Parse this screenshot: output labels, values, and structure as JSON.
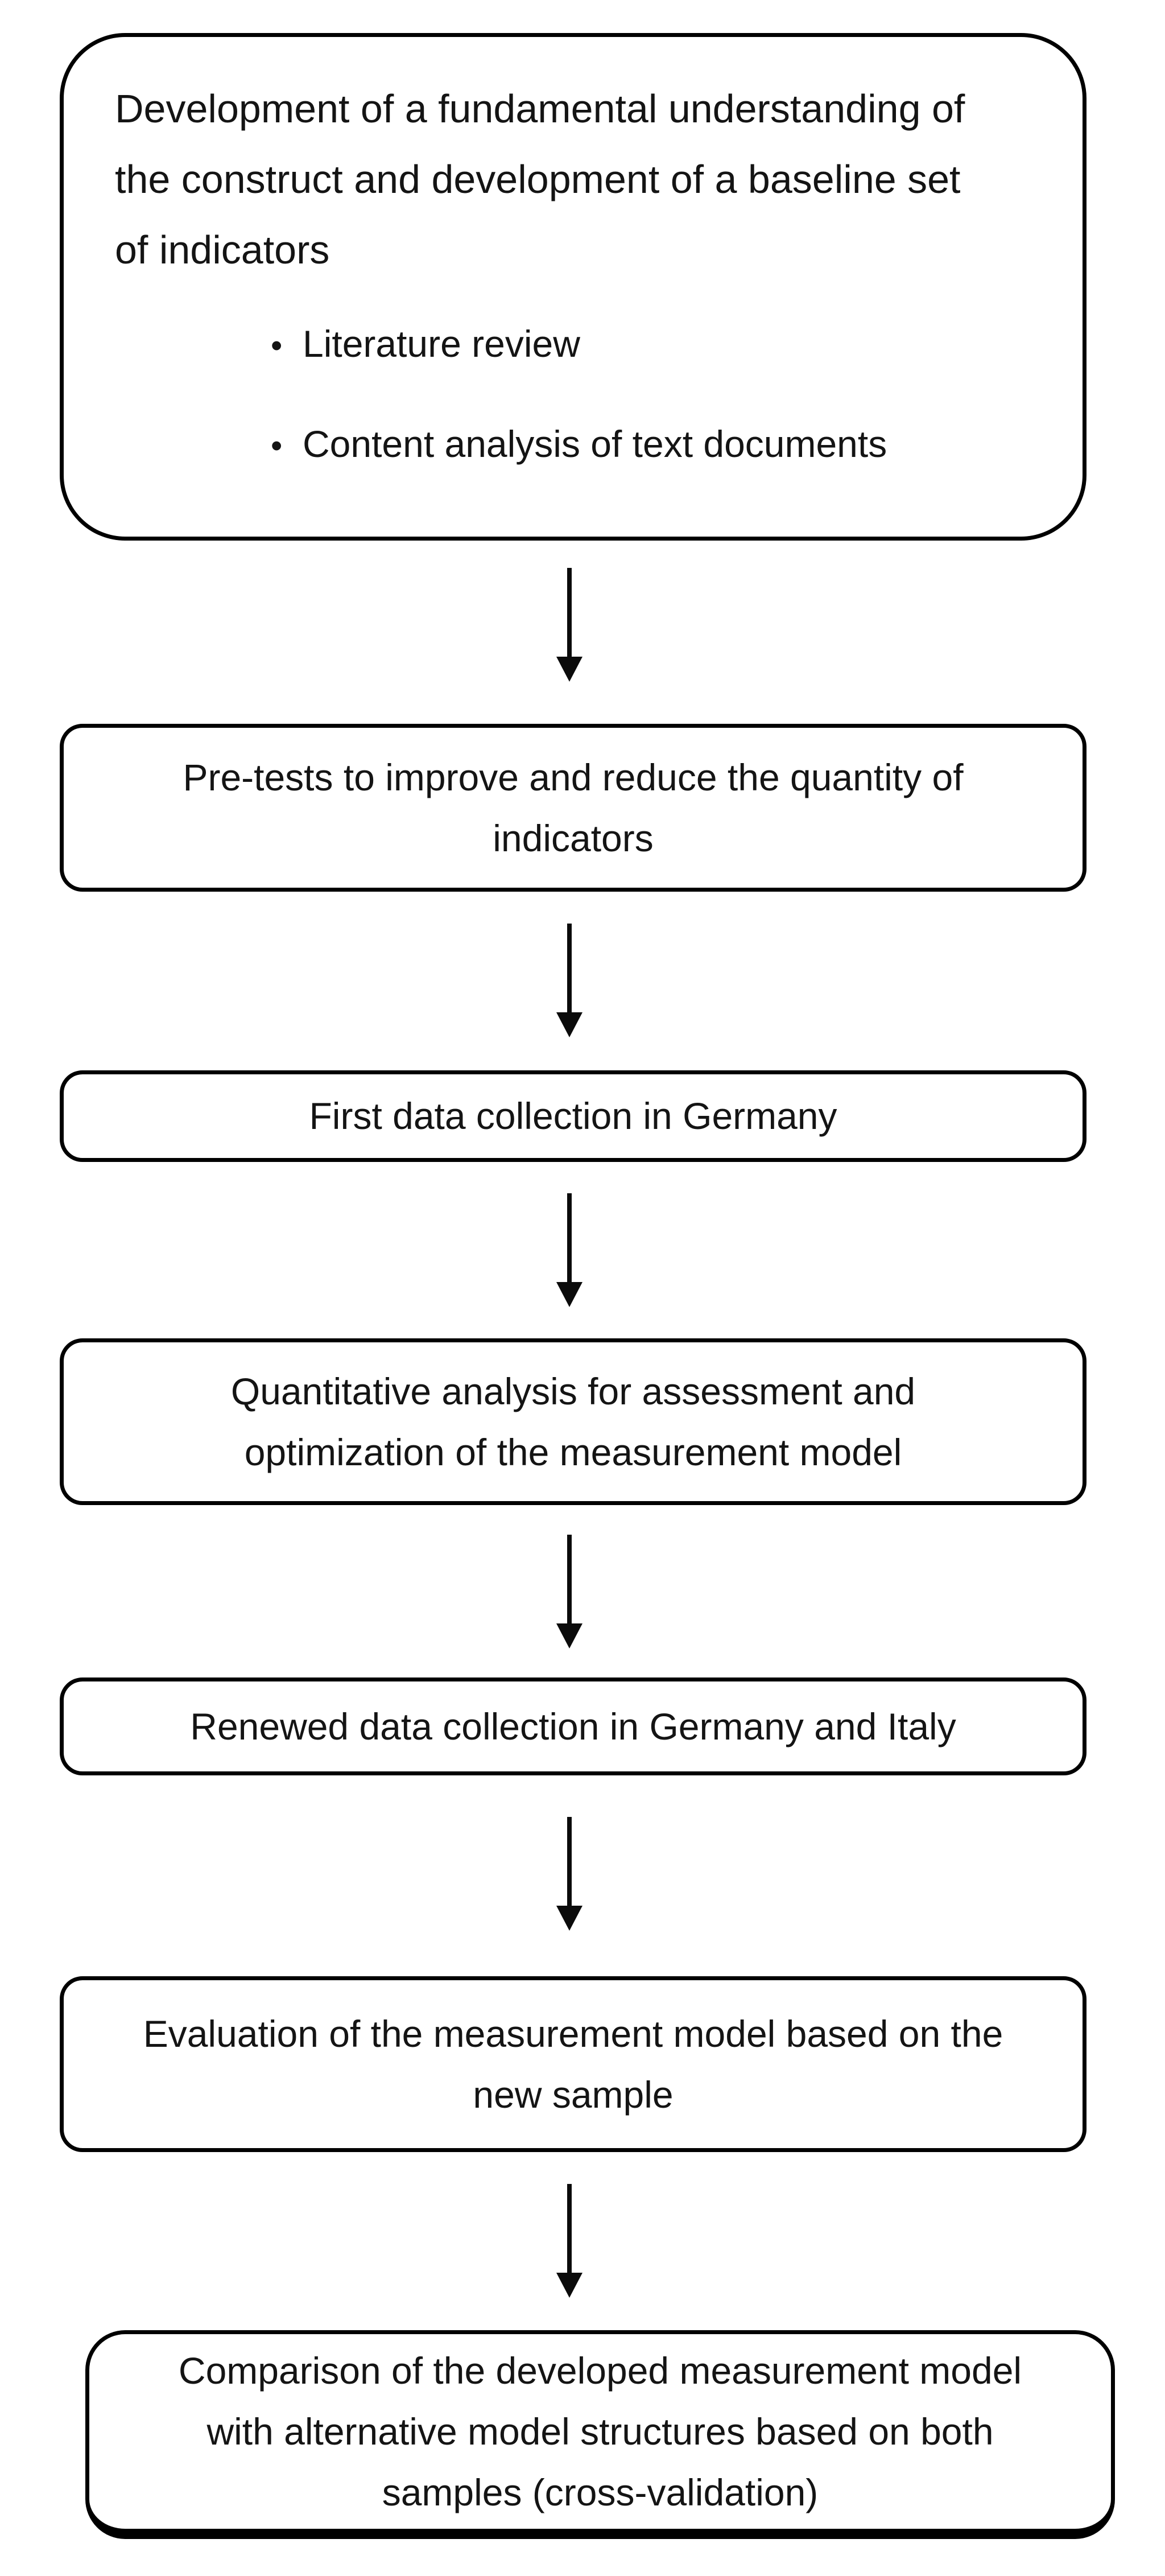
{
  "figure": {
    "type": "flowchart",
    "background_color": "#ffffff",
    "border_color": "#000000",
    "text_color": "#141414",
    "arrow_color": "#0b0b0b"
  },
  "flowchart": {
    "bullet_glyph": "•",
    "connector_count": 6,
    "steps": [
      {
        "id": "step-1",
        "lines": [
          "Development of a fundamental understanding of",
          "the construct and development of a baseline set",
          "of indicators"
        ],
        "bullets": [
          "Literature review",
          "Content analysis of text documents"
        ]
      },
      {
        "id": "step-2",
        "lines": [
          "Pre-tests to improve and reduce the quantity of",
          "indicators"
        ]
      },
      {
        "id": "step-3",
        "lines": [
          "First data collection in Germany"
        ]
      },
      {
        "id": "step-4",
        "lines": [
          "Quantitative analysis for assessment and",
          "optimization of the measurement model"
        ]
      },
      {
        "id": "step-5",
        "lines": [
          "Renewed data collection in Germany and Italy"
        ]
      },
      {
        "id": "step-6",
        "lines": [
          "Evaluation of the measurement model based on the",
          "new sample"
        ]
      },
      {
        "id": "step-7",
        "lines": [
          "Comparison of the developed measurement model",
          "with alternative model structures based on both",
          "samples (cross-validation)"
        ]
      }
    ]
  }
}
